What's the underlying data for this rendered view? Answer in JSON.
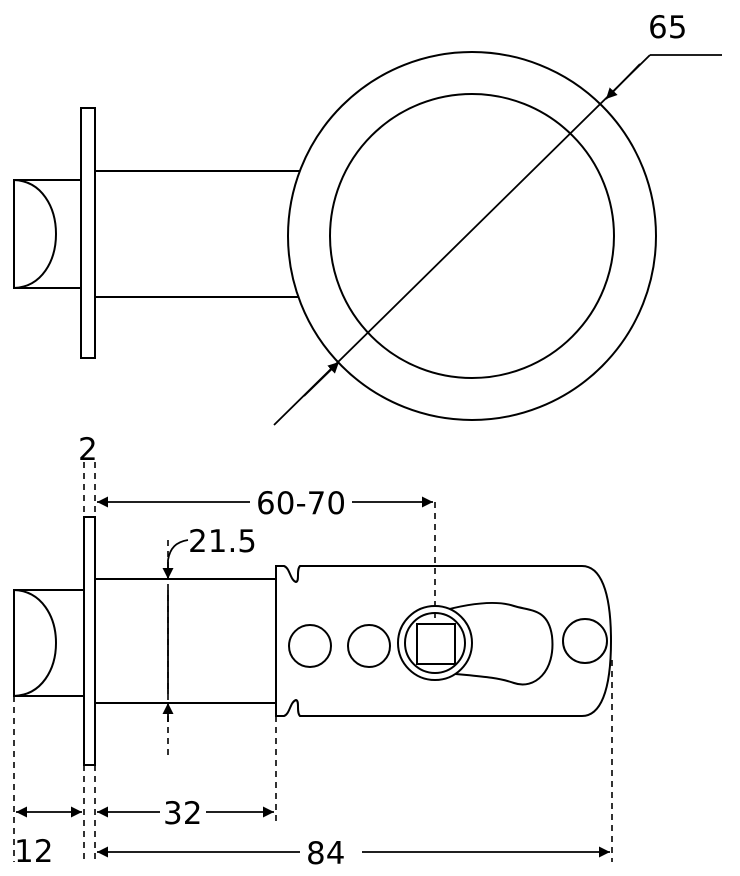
{
  "dimensions": {
    "rosette_diameter": "65",
    "faceplate_thickness": "2",
    "backset": "60-70",
    "bolt_diameter": "21.5",
    "bolt_projection": "12",
    "tube_length": "32",
    "overall_length": "84"
  },
  "colors": {
    "line": "#000000",
    "background": "#ffffff"
  }
}
